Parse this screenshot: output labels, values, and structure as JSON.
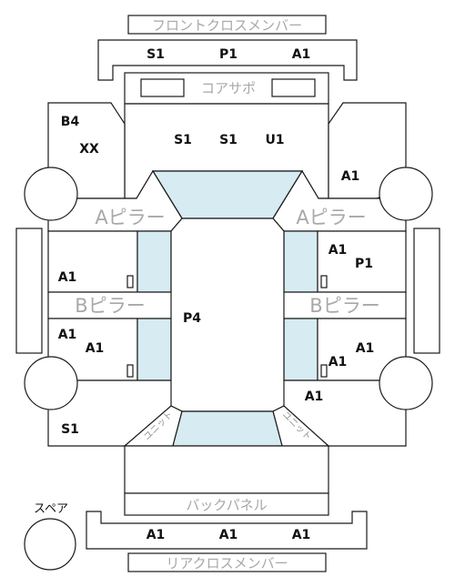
{
  "parts": {
    "front_cross_member": "フロントクロスメンバー",
    "core_support": "コアサポ",
    "a_pillar_left": "Aピラー",
    "a_pillar_right": "Aピラー",
    "b_pillar_left": "Bピラー",
    "b_pillar_right": "Bピラー",
    "back_panel": "バックパネル",
    "rear_cross_member": "リアクロスメンバー",
    "spare": "スペア",
    "unit_left": "ユニット",
    "unit_right": "ユニット"
  },
  "grades": {
    "front_cross_member": [
      "S1",
      "P1",
      "A1"
    ],
    "core_support": [
      "S1",
      "S1",
      "U1"
    ],
    "front_left_panel": [
      "B4",
      "XX"
    ],
    "front_right_panel": "A1",
    "left_front_door": "A1",
    "left_rear_door": [
      "A1",
      "A1"
    ],
    "right_front_door": [
      "A1",
      "P1"
    ],
    "right_rear_door": [
      "A1",
      "A1"
    ],
    "roof": "P4",
    "rear_right_quarter": "A1",
    "rear_left_quarter": "S1",
    "rear_cross_member": [
      "A1",
      "A1",
      "A1"
    ]
  }
}
